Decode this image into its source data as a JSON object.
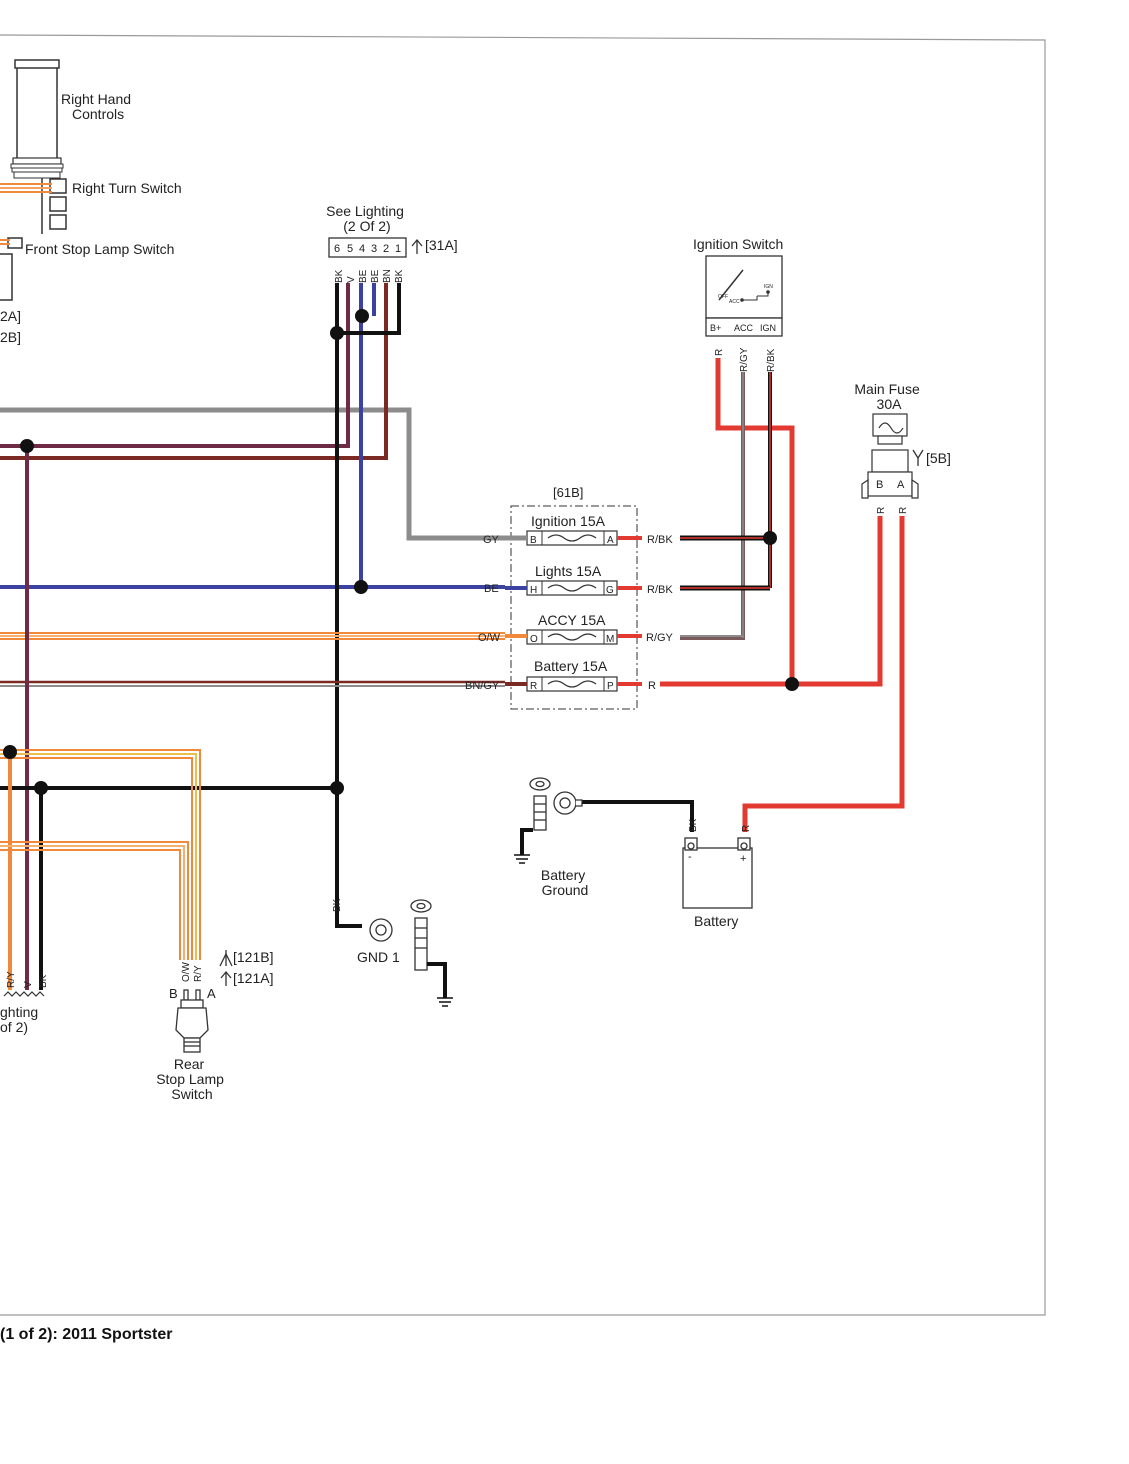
{
  "colors": {
    "black": "#111111",
    "red": "#e23a30",
    "gray": "#8c8c8c",
    "blue": "#3b42a0",
    "violet": "#6f2a45",
    "brown": "#7a2a22",
    "orange": "#f08a3a",
    "frame": "#9a9a9a"
  },
  "labels": {
    "right_hand_controls": [
      "Right Hand",
      "Controls"
    ],
    "right_turn_switch": "Right Turn Switch",
    "front_stop_lamp_switch": "Front Stop Lamp Switch",
    "ref_2a": "2A]",
    "ref_2b": "2B]",
    "see_lighting": [
      "See Lighting",
      "(2 Of 2)"
    ],
    "ref_31a": "[31A]",
    "connector_pins": [
      "6",
      "5",
      "4",
      "3",
      "2",
      "1"
    ],
    "connector_wires": [
      "BK",
      "V",
      "BE",
      "BE",
      "BN",
      "BK"
    ],
    "ignition_switch": "Ignition Switch",
    "ign_positions": [
      "OFF",
      "ACC",
      "IGN"
    ],
    "ign_terminals": [
      "B+",
      "ACC",
      "IGN"
    ],
    "ign_wires": [
      "R",
      "R/GY",
      "R/BK"
    ],
    "main_fuse": [
      "Main Fuse",
      "30A"
    ],
    "ref_5b": "[5B]",
    "fuse_terminals": [
      "B",
      "A"
    ],
    "fuse_wires": [
      "R",
      "R"
    ],
    "fuse_block_ref": "[61B]",
    "fuses": [
      {
        "name": "Ignition  15A",
        "in_wire": "GY",
        "in_term": "B",
        "out_term": "A",
        "out_wire": "R/BK"
      },
      {
        "name": "Lights  15A",
        "in_wire": "BE",
        "in_term": "H",
        "out_term": "G",
        "out_wire": "R/BK"
      },
      {
        "name": "ACCY  15A",
        "in_wire": "O/W",
        "in_term": "O",
        "out_term": "M",
        "out_wire": "R/GY"
      },
      {
        "name": "Battery 15A",
        "in_wire": "BN/GY",
        "in_term": "R",
        "out_term": "P",
        "out_wire": "R"
      }
    ],
    "battery_ground": [
      "Battery",
      "Ground"
    ],
    "battery": "Battery",
    "battery_wires": [
      "BK",
      "R"
    ],
    "battery_terms": [
      "-",
      "+"
    ],
    "gnd1": "GND 1",
    "gnd_wire": "BK",
    "ref_121b": "[121B]",
    "ref_121a": "[121A]",
    "rear_switch_wires": [
      "O/W",
      "R/Y"
    ],
    "rear_switch_terms": [
      "B",
      "A"
    ],
    "rear_stop_lamp_switch": [
      "Rear",
      "Stop Lamp",
      "Switch"
    ],
    "left_wires": [
      "R/Y",
      "V",
      "BK"
    ],
    "lighting_ref": [
      "ghting",
      "of 2)"
    ],
    "caption": "(1 of 2): 2011 Sportster"
  }
}
